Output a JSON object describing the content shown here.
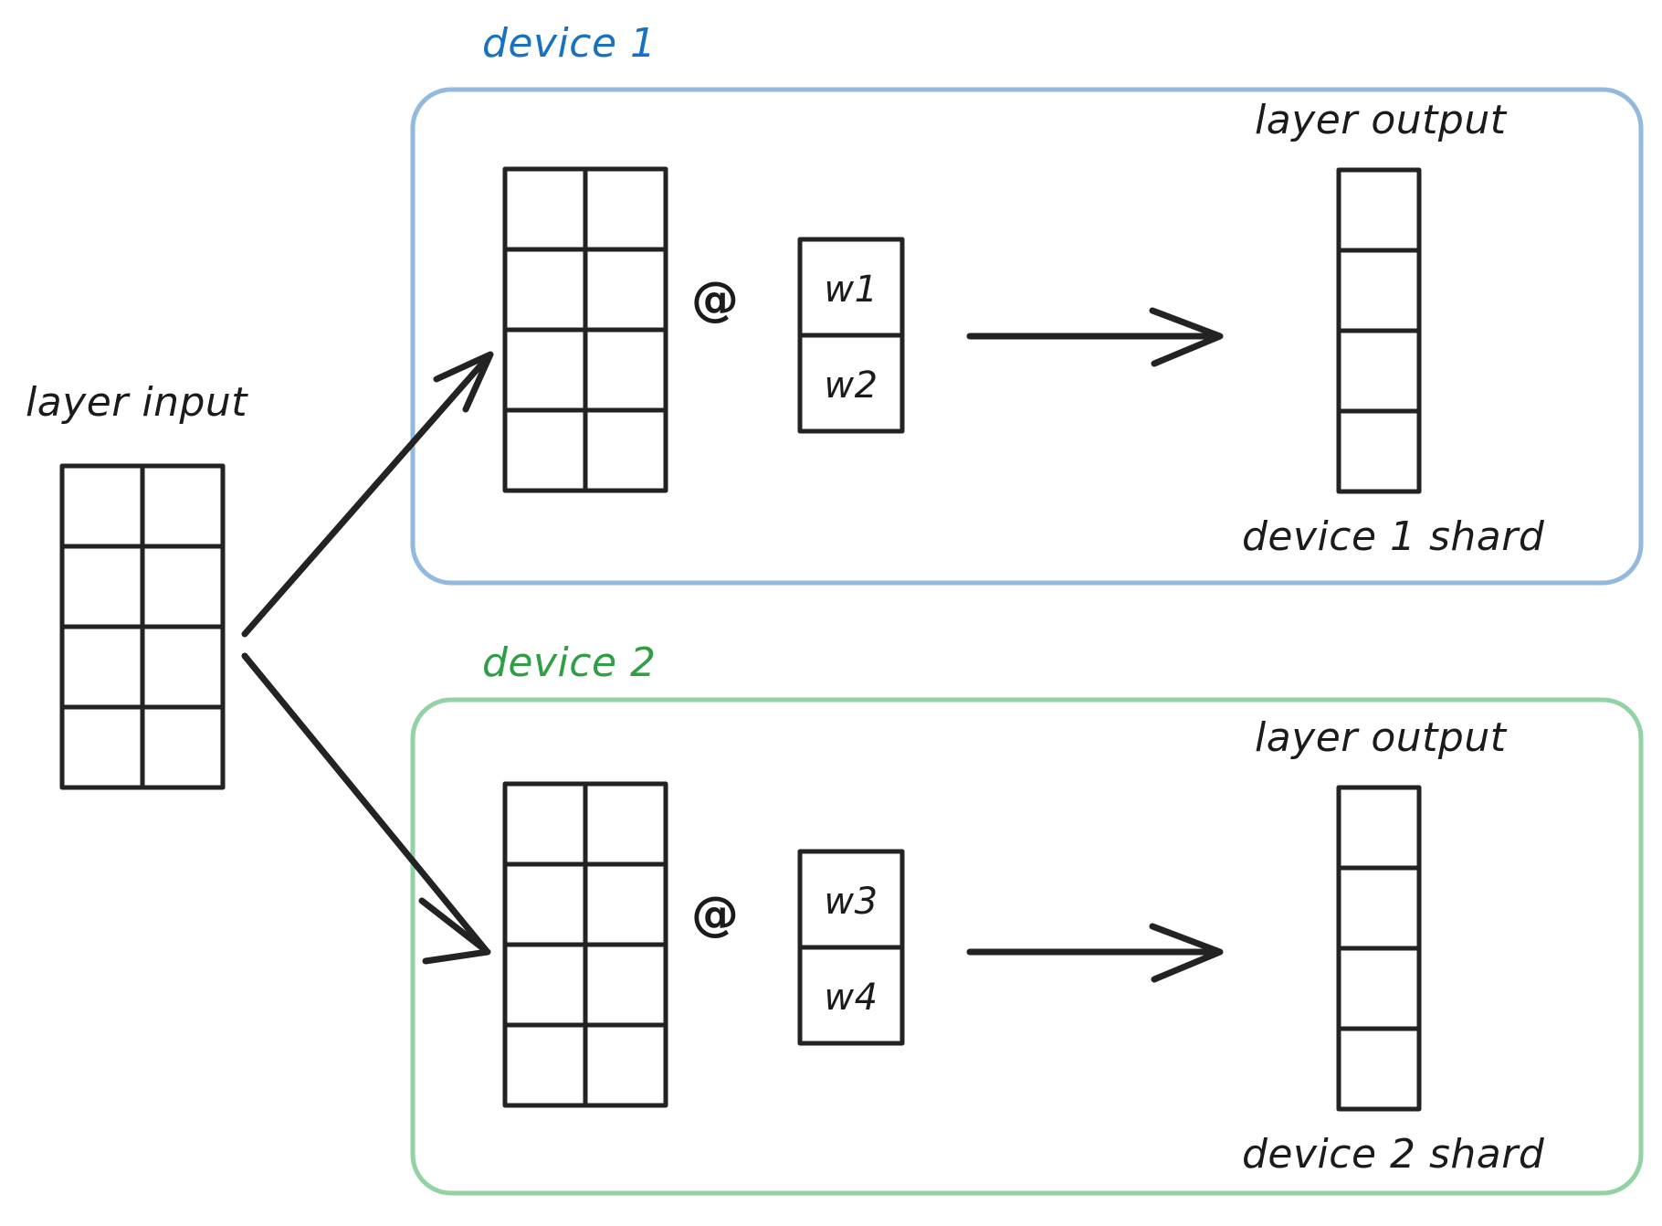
{
  "diagram": {
    "title_semantics": "tensor-parallel-column-sharding",
    "colors": {
      "device1_border": "#93b9de",
      "device1_label": "#1971c2",
      "device2_border": "#93d2a4",
      "device2_label": "#2f9e44",
      "ink": "#232323",
      "background": "#ffffff"
    },
    "labels": {
      "layer_input": "layer input",
      "device1": "device 1",
      "device2": "device 2",
      "layer_output_1": "layer output",
      "layer_output_2": "layer output",
      "device1_shard": "device 1 shard",
      "device2_shard": "device 2 shard",
      "matmul_1": "@",
      "matmul_2": "@"
    },
    "input_matrix": {
      "rows": 4,
      "cols": 2,
      "cells": [
        [
          "",
          ""
        ],
        [
          "",
          ""
        ],
        [
          "",
          ""
        ],
        [
          "",
          ""
        ]
      ]
    },
    "device1": {
      "activation_matrix": {
        "rows": 4,
        "cols": 2,
        "cells": [
          [
            "",
            ""
          ],
          [
            "",
            ""
          ],
          [
            "",
            ""
          ],
          [
            "",
            ""
          ]
        ]
      },
      "weight_matrix": {
        "rows": 2,
        "cols": 1,
        "cells": [
          [
            "w1"
          ],
          [
            "w2"
          ]
        ]
      },
      "output_matrix": {
        "rows": 4,
        "cols": 1,
        "cells": [
          [
            ""
          ],
          [
            ""
          ],
          [
            ""
          ],
          [
            ""
          ]
        ]
      }
    },
    "device2": {
      "activation_matrix": {
        "rows": 4,
        "cols": 2,
        "cells": [
          [
            "",
            ""
          ],
          [
            "",
            ""
          ],
          [
            "",
            ""
          ],
          [
            "",
            ""
          ]
        ]
      },
      "weight_matrix": {
        "rows": 2,
        "cols": 1,
        "cells": [
          [
            "w3"
          ],
          [
            "w4"
          ]
        ]
      },
      "output_matrix": {
        "rows": 4,
        "cols": 1,
        "cells": [
          [
            ""
          ],
          [
            ""
          ],
          [
            ""
          ],
          [
            ""
          ]
        ]
      }
    }
  }
}
